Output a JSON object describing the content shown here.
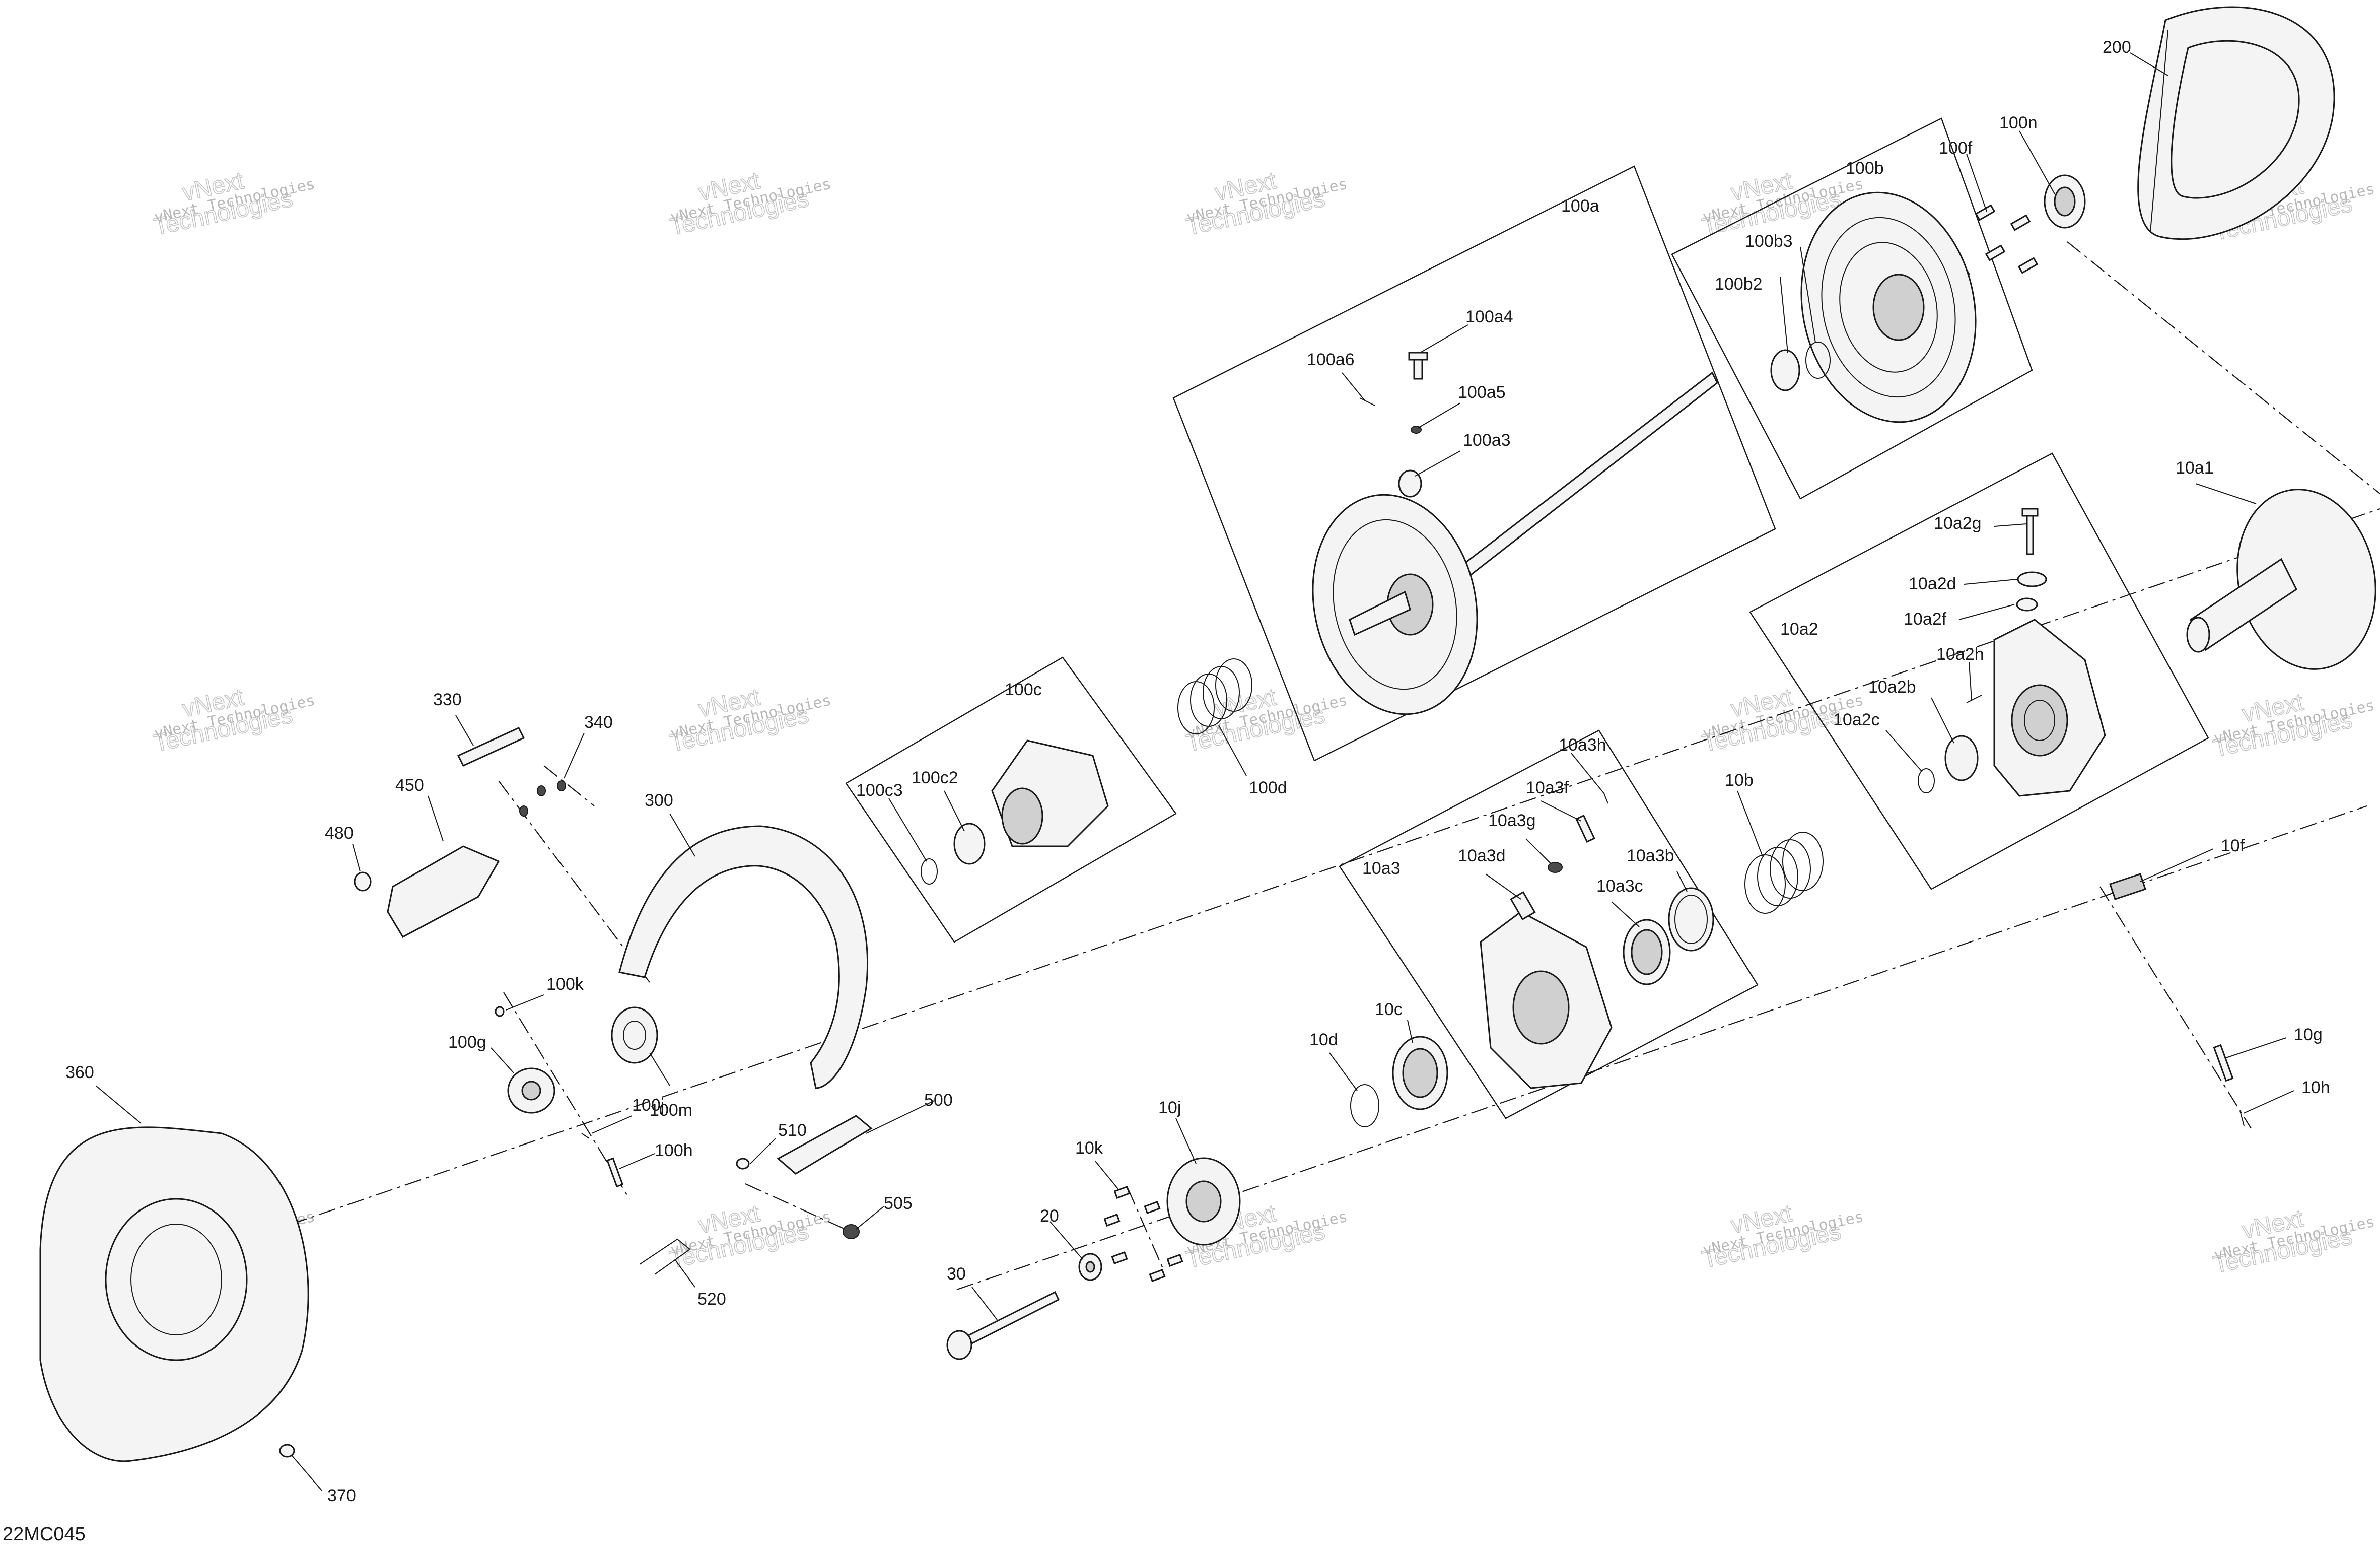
{
  "diagram": {
    "code": "22MC045",
    "watermark": {
      "line1": "vNext Technologies",
      "line2": "vNext",
      "line3": "Technologies"
    },
    "callouts": [
      {
        "id": "200",
        "text": "200"
      },
      {
        "id": "100n",
        "text": "100n"
      },
      {
        "id": "100f",
        "text": "100f"
      },
      {
        "id": "100b",
        "text": "100b"
      },
      {
        "id": "100b3",
        "text": "100b3"
      },
      {
        "id": "100b2",
        "text": "100b2"
      },
      {
        "id": "100a",
        "text": "100a"
      },
      {
        "id": "100a4",
        "text": "100a4"
      },
      {
        "id": "100a6",
        "text": "100a6"
      },
      {
        "id": "100a5",
        "text": "100a5"
      },
      {
        "id": "100a3",
        "text": "100a3"
      },
      {
        "id": "10a1",
        "text": "10a1"
      },
      {
        "id": "10a2g",
        "text": "10a2g"
      },
      {
        "id": "10a2d",
        "text": "10a2d"
      },
      {
        "id": "10a2f",
        "text": "10a2f"
      },
      {
        "id": "10a2",
        "text": "10a2"
      },
      {
        "id": "10a2h",
        "text": "10a2h"
      },
      {
        "id": "10a2b",
        "text": "10a2b"
      },
      {
        "id": "10a2c",
        "text": "10a2c"
      },
      {
        "id": "10b",
        "text": "10b"
      },
      {
        "id": "10f",
        "text": "10f"
      },
      {
        "id": "10g",
        "text": "10g"
      },
      {
        "id": "10h",
        "text": "10h"
      },
      {
        "id": "100c",
        "text": "100c"
      },
      {
        "id": "100c3",
        "text": "100c3"
      },
      {
        "id": "100c2",
        "text": "100c2"
      },
      {
        "id": "100d",
        "text": "100d"
      },
      {
        "id": "10a3h",
        "text": "10a3h"
      },
      {
        "id": "10a3f",
        "text": "10a3f"
      },
      {
        "id": "10a3g",
        "text": "10a3g"
      },
      {
        "id": "10a3d",
        "text": "10a3d"
      },
      {
        "id": "10a3b",
        "text": "10a3b"
      },
      {
        "id": "10a3c",
        "text": "10a3c"
      },
      {
        "id": "10a3",
        "text": "10a3"
      },
      {
        "id": "10c",
        "text": "10c"
      },
      {
        "id": "10d",
        "text": "10d"
      },
      {
        "id": "10j",
        "text": "10j"
      },
      {
        "id": "10k",
        "text": "10k"
      },
      {
        "id": "20",
        "text": "20"
      },
      {
        "id": "30",
        "text": "30"
      },
      {
        "id": "330",
        "text": "330"
      },
      {
        "id": "340",
        "text": "340"
      },
      {
        "id": "450",
        "text": "450"
      },
      {
        "id": "480",
        "text": "480"
      },
      {
        "id": "300",
        "text": "300"
      },
      {
        "id": "100k",
        "text": "100k"
      },
      {
        "id": "100g",
        "text": "100g"
      },
      {
        "id": "100j",
        "text": "100j"
      },
      {
        "id": "100m",
        "text": "100m"
      },
      {
        "id": "100h",
        "text": "100h"
      },
      {
        "id": "360",
        "text": "360"
      },
      {
        "id": "370",
        "text": "370"
      },
      {
        "id": "500",
        "text": "500"
      },
      {
        "id": "510",
        "text": "510"
      },
      {
        "id": "505",
        "text": "505"
      },
      {
        "id": "520",
        "text": "520"
      }
    ]
  }
}
